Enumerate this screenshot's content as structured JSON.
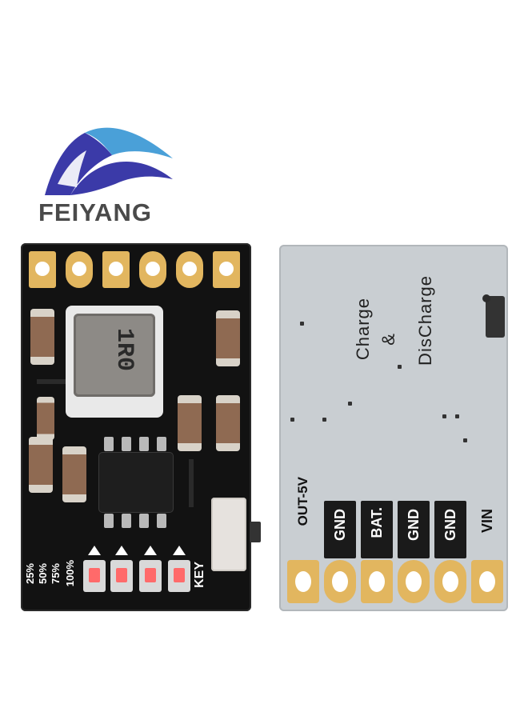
{
  "brand": {
    "name": "FEIYANG",
    "logo_colors": {
      "blue": "#3b3aa8",
      "light_blue": "#4aa0d8",
      "text": "#4a4a4a"
    }
  },
  "left_board": {
    "inductor_marking": "1R0",
    "led_labels": [
      "25%",
      "50%",
      "75%",
      "100%"
    ],
    "key_label": "KEY",
    "colors": {
      "pcb": "#121212",
      "pad": "#e2b65f"
    }
  },
  "right_board": {
    "silkscreen_line1": "Charge",
    "silkscreen_line2": "&",
    "silkscreen_line3": "DisCharge",
    "pin_labels": [
      "OUT-5V",
      "GND",
      "BAT.",
      "GND",
      "GND",
      "VIN"
    ],
    "colors": {
      "pcb": "#c9ced2",
      "pad": "#e2b65f"
    }
  }
}
